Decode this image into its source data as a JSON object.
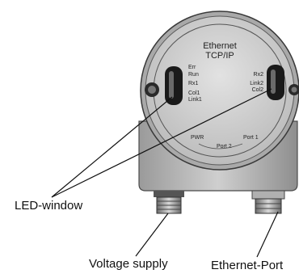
{
  "device": {
    "title_line1": "Ethernet",
    "title_line2": "TCP/IP",
    "left_leds": [
      "Err",
      "Run",
      "Rx1",
      "Col1",
      "Link1"
    ],
    "right_leds": [
      "Rx2",
      "Link2",
      "Col2"
    ],
    "pwr_label": "PWR",
    "port1_label": "Port 1",
    "port2_label": "Port 2"
  },
  "callouts": {
    "led_window": "LED-window",
    "voltage_supply": "Voltage supply",
    "ethernet_port": "Ethernet-Port"
  },
  "colors": {
    "housing": "#b7b7b7",
    "face": "#d2d2d2",
    "window": "#1a1a1a",
    "line": "#111111"
  }
}
